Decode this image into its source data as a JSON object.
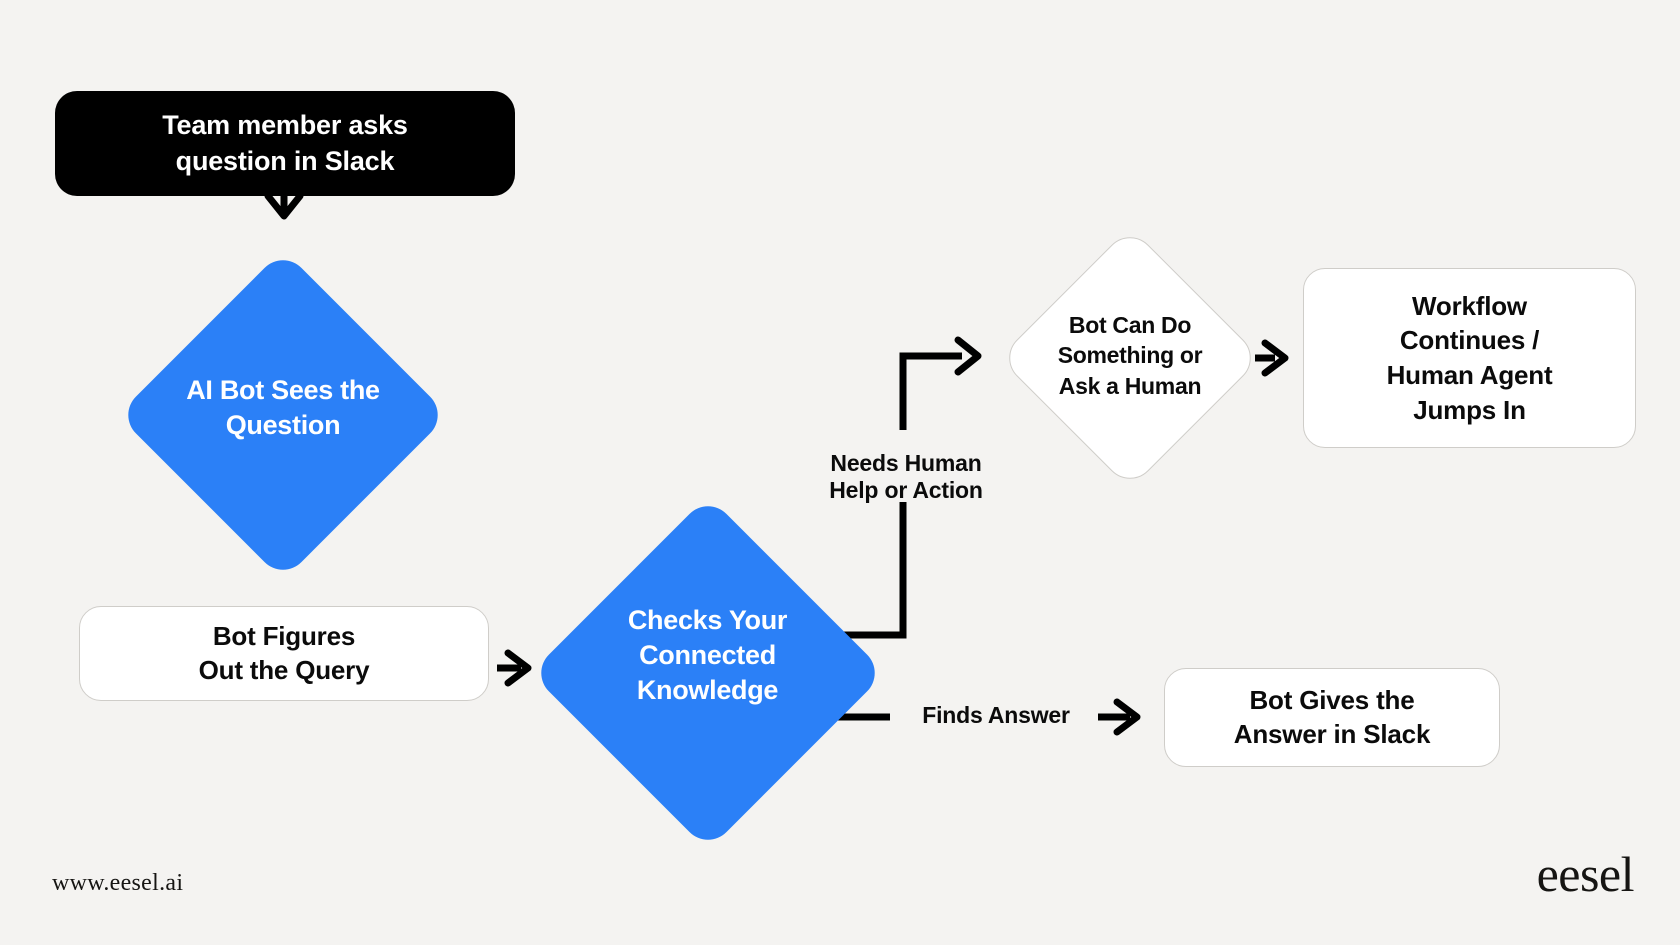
{
  "diagram": {
    "title": "eesel AI Slack bot workflow",
    "background_color": "#f4f3f1",
    "accent_color": "#2b80f7",
    "dark_color": "#000000",
    "border_color": "#cfcdc9",
    "nodes": {
      "start": {
        "label": "Team member asks\nquestion in Slack",
        "shape": "rounded-rect",
        "fill": "#000000",
        "text_color": "#ffffff"
      },
      "bot_sees": {
        "label": "AI Bot Sees the\nQuestion",
        "shape": "diamond",
        "fill": "#2b80f7",
        "text_color": "#ffffff"
      },
      "figures_query": {
        "label": "Bot Figures\nOut the Query",
        "shape": "rounded-rect",
        "fill": "#ffffff",
        "text_color": "#0b0b0b"
      },
      "checks_knowledge": {
        "label": "Checks Your\nConnected\nKnowledge",
        "shape": "diamond",
        "fill": "#2b80f7",
        "text_color": "#ffffff"
      },
      "bot_can_do": {
        "label": "Bot Can Do\nSomething or\nAsk a Human",
        "shape": "diamond",
        "fill": "#ffffff",
        "text_color": "#0b0b0b"
      },
      "workflow_continues": {
        "label": "Workflow\nContinues /\nHuman Agent\nJumps In",
        "shape": "rounded-rect",
        "fill": "#ffffff",
        "text_color": "#0b0b0b"
      },
      "bot_answers": {
        "label": "Bot Gives the\nAnswer in Slack",
        "shape": "rounded-rect",
        "fill": "#ffffff",
        "text_color": "#0b0b0b"
      }
    },
    "edges": [
      {
        "from": "start",
        "to": "bot_sees",
        "label": ""
      },
      {
        "from": "bot_sees",
        "to": "figures_query",
        "label": ""
      },
      {
        "from": "figures_query",
        "to": "checks_knowledge",
        "label": ""
      },
      {
        "from": "checks_knowledge",
        "to": "bot_can_do",
        "label": "Needs Human\nHelp or Action"
      },
      {
        "from": "bot_can_do",
        "to": "workflow_continues",
        "label": ""
      },
      {
        "from": "checks_knowledge",
        "to": "bot_answers",
        "label": "Finds Answer"
      }
    ],
    "edge_labels": {
      "needs_human": "Needs Human\nHelp or Action",
      "finds_answer": "Finds Answer"
    }
  },
  "footer": {
    "url": "www.eesel.ai",
    "brand": "eesel"
  }
}
